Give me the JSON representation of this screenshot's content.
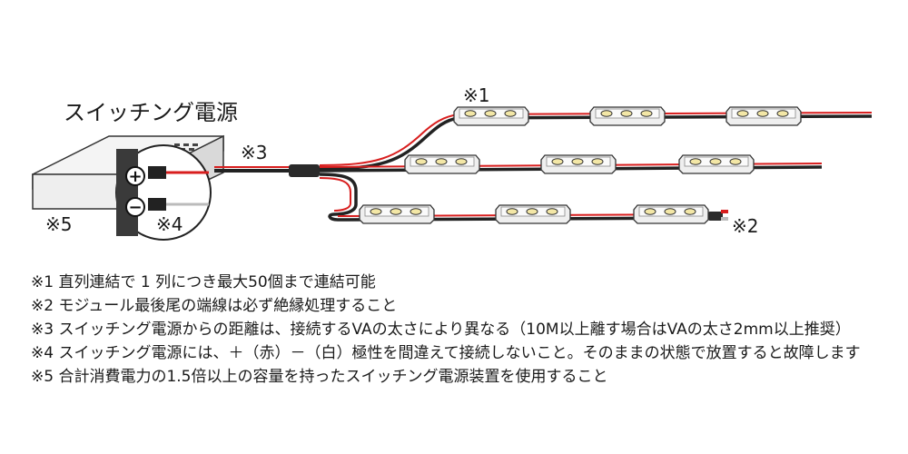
{
  "title": "スイッチング電源",
  "markers": {
    "m1": "※1",
    "m2": "※2",
    "m3": "※3",
    "m4": "※4",
    "m5": "※5"
  },
  "terminals": {
    "plus": "+",
    "minus": "−"
  },
  "notes": [
    "※1 直列連結で 1 列につき最大50個まで連結可能",
    "※2 モジュール最後尾の端線は必ず絶縁処理すること",
    "※3 スイッチング電源からの距離は、接続するVAの太さにより異なる（10M以上離す場合はVAの太さ2mm以上推奨）",
    "※4 スイッチング電源には、＋（赤）－（白）極性を間違えて接続しないこと。そのままの状態で放置すると故障します",
    "※5 合計消費電力の1.5倍以上の容量を持ったスイッチング電源装置を使用すること"
  ],
  "colors": {
    "wire_red": "#d81e1e",
    "wire_dark": "#222222",
    "module_body": "#efefef",
    "led": "#f3e7a6",
    "supply_body": "#eeeeee"
  }
}
